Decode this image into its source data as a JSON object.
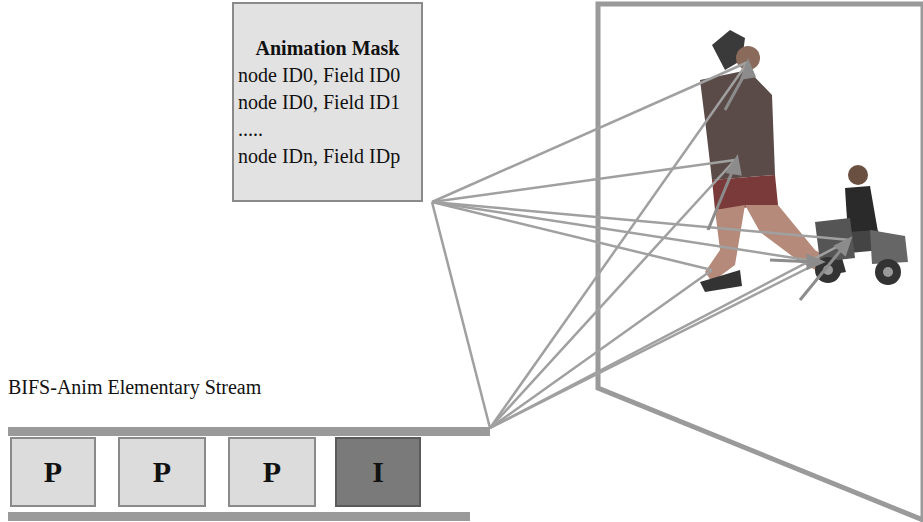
{
  "diagram": {
    "nodes": [
      {
        "text": [
          "Animation Mask",
          "node ID0, Field ID0",
          "node ID0, Field ID1",
          ".....",
          "node IDn, Field IDp"
        ]
      },
      {
        "text": [
          "P"
        ]
      },
      {
        "text": [
          "P"
        ]
      },
      {
        "text": [
          "P"
        ]
      },
      {
        "text": [
          "I"
        ]
      }
    ],
    "labels": [
      "BIFS-Anim Elementary Stream"
    ]
  }
}
